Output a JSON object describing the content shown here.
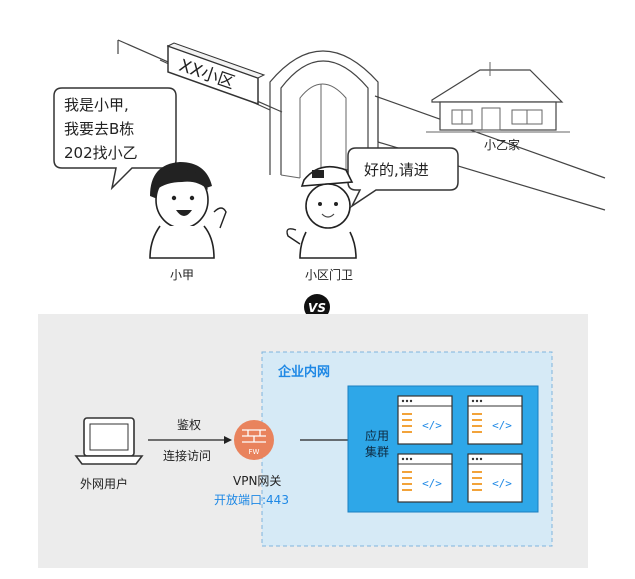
{
  "top": {
    "sign": "XX小区",
    "speech_a": [
      "我是小甲,",
      "我要去B栋",
      "202找小乙"
    ],
    "speech_b": "好的,请进",
    "label_a": "小甲",
    "label_guard": "小区门卫",
    "label_house": "小乙家"
  },
  "vs": {
    "text": "VS"
  },
  "bottom": {
    "network_title": "企业内网",
    "client_label": "外网用户",
    "arrow_top": "鉴权",
    "arrow_bottom": "连接访问",
    "fw_label": "FW",
    "vpn_label": "VPN网关",
    "port_label": "开放端口:443",
    "app_label_1": "应用",
    "app_label_2": "集群",
    "code_glyph": "</>"
  },
  "colors": {
    "panel_bg": "#ececec",
    "intranet_bg": "#d6eaf6",
    "app_cluster_bg": "#2ea7e8",
    "accent_blue": "#1e88e5",
    "firewall_orange": "#e9835d"
  }
}
